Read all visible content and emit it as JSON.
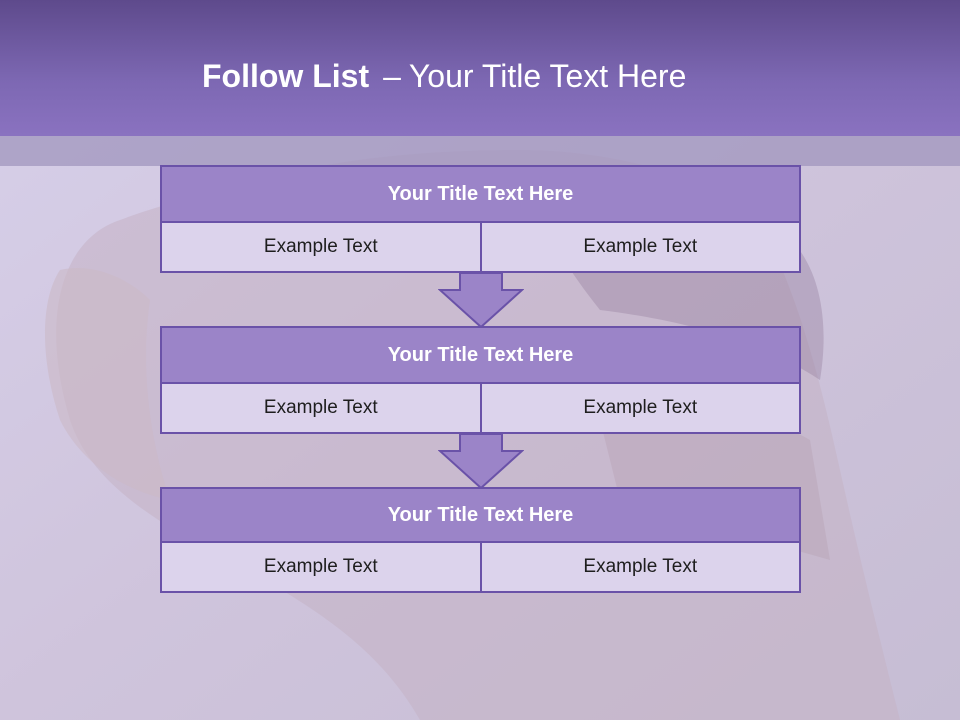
{
  "slide": {
    "title_bold": "Follow List",
    "title_separator": "–",
    "title_rest": "Your Title Text Here"
  },
  "blocks": [
    {
      "title": "Your Title Text Here",
      "cells": [
        "Example Text",
        "Example Text"
      ]
    },
    {
      "title": "Your Title Text Here",
      "cells": [
        "Example Text",
        "Example Text"
      ]
    },
    {
      "title": "Your Title Text Here",
      "cells": [
        "Example Text",
        "Example Text"
      ]
    }
  ],
  "colors": {
    "header": "#7d68b3",
    "block_title": "#9b84c8",
    "block_border": "#6a52a8",
    "cell_fill": "#dcd3ec",
    "arrow": "#9b84c8"
  },
  "icons": {
    "connector": "down-arrow-icon"
  }
}
